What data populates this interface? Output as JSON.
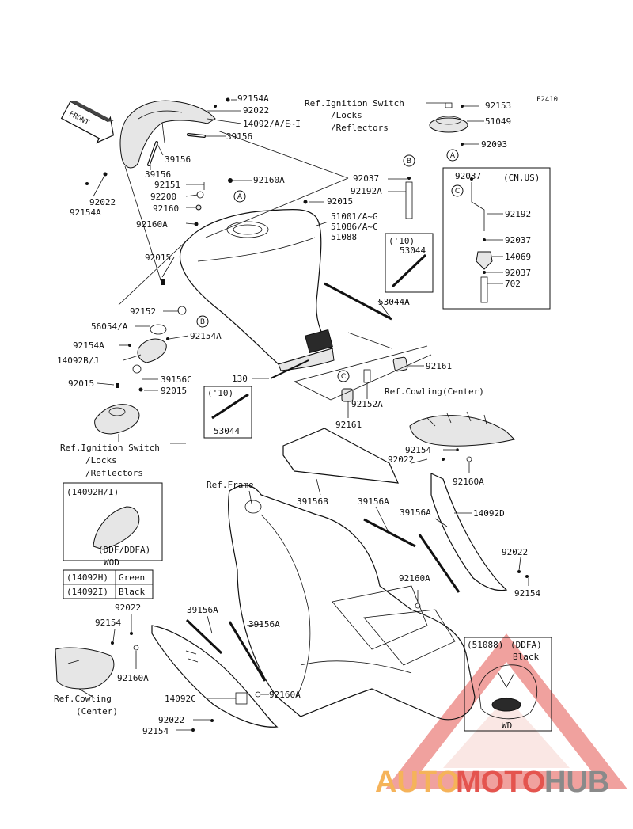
{
  "figure_code": "F2410",
  "front_label": "FRONT",
  "labels": {
    "l_92154A_top": "92154A",
    "l_92022_top": "92022",
    "l_14092": "14092/A/E~I",
    "l_39156_top": "39156",
    "l_39156_mid": "39156",
    "l_39156_left": "39156",
    "l_92022_left": "92022",
    "l_92154A_left": "92154A",
    "l_92151": "92151",
    "l_92200": "92200",
    "l_92160": "92160",
    "l_92160A_a": "92160A",
    "l_92160A_b": "92160A",
    "l_92015_a": "92015",
    "l_92015_b": "92015",
    "l_51001": "51001/A~G",
    "l_51086": "51086/A~C",
    "l_51088": "51088",
    "l_92152": "92152",
    "l_56054": "56054/A",
    "l_92154A_c": "92154A",
    "l_92154A_d": "92154A",
    "l_14092B": "14092B/J",
    "l_92015_c": "92015",
    "l_39156C": "39156C",
    "l_92015_d": "92015",
    "l_130": "130",
    "l_92161_a": "92161",
    "l_92161_b": "92161",
    "l_92152A": "92152A",
    "l_53044A": "53044A",
    "l_92037_a": "92037",
    "l_92192A": "92192A",
    "l_92153": "92153",
    "l_51049": "51049",
    "l_92093": "92093",
    "l_92037_b": "92037",
    "l_cnus": "(CN,US)",
    "l_92192": "92192",
    "l_92037_c": "92037",
    "l_14069": "14069",
    "l_92037_d": "92037",
    "l_702": "702",
    "l_10a": "('10)",
    "l_53044a": "53044",
    "l_10b": "('10)",
    "l_53044b": "53044",
    "l_92154_r": "92154",
    "l_92022_r": "92022",
    "l_92160A_r": "92160A",
    "l_39156B": "39156B",
    "l_39156A_a": "39156A",
    "l_39156A_b": "39156A",
    "l_14092D": "14092D",
    "l_92022_r2": "92022",
    "l_92154_r2": "92154",
    "l_92160A_r2": "92160A",
    "l_39156A_c": "39156A",
    "l_39156A_d": "39156A",
    "l_92022_l": "92022",
    "l_92154_l": "92154",
    "l_92160A_l": "92160A",
    "l_14092C": "14092C",
    "l_92160A_l2": "92160A",
    "l_92022_l2": "92022",
    "l_92154_l2": "92154"
  },
  "references": {
    "ign_top_1": "Ref.Ignition Switch",
    "ign_top_2": "/Locks",
    "ign_top_3": "/Reflectors",
    "ign_bot_1": "Ref.Ignition Switch",
    "ign_bot_2": "/Locks",
    "ign_bot_3": "/Reflectors",
    "cowl_right": "Ref.Cowling(Center)",
    "frame": "Ref.Frame",
    "cowl_left_1": "Ref.Cowling",
    "cowl_left_2": "(Center)"
  },
  "callouts": {
    "A": "A",
    "B": "B",
    "C": "C"
  },
  "inset_cover": {
    "title": "(14092H/I)",
    "variant": "(DDF/DDFA)",
    "caption": "WOD",
    "color_table": [
      {
        "part": "(14092H)",
        "color": "Green"
      },
      {
        "part": "(14092I)",
        "color": "Black"
      }
    ]
  },
  "inset_tank": {
    "title": "(51088)",
    "variant": "(DDFA)",
    "color": "Black",
    "caption": "WD"
  },
  "watermark": {
    "auto": "AUTO",
    "moto": "MOTO",
    "hub": "HUB",
    "colors": {
      "auto": "#f5b35a",
      "moto": "#e4544e",
      "hub": "#8a8a8a",
      "triangle": "#e4544e"
    }
  }
}
